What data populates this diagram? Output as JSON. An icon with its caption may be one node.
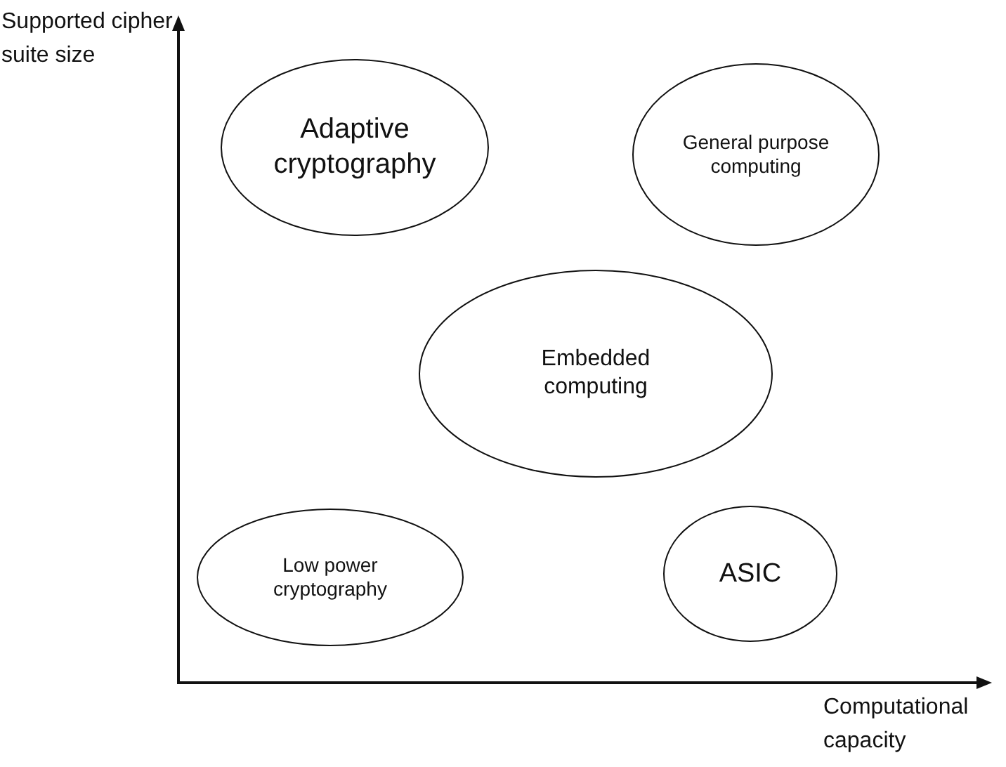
{
  "diagram": {
    "nodes": [
      {
        "text": [
          "Adaptive cryptography"
        ]
      },
      {
        "text": [
          "General purpose computing"
        ]
      },
      {
        "text": [
          "Embedded computing"
        ]
      },
      {
        "text": [
          "Low power cryptography"
        ]
      },
      {
        "text": [
          "ASIC"
        ]
      }
    ],
    "labels": [
      "Supported cipher suite size",
      "Computational capacity"
    ]
  }
}
